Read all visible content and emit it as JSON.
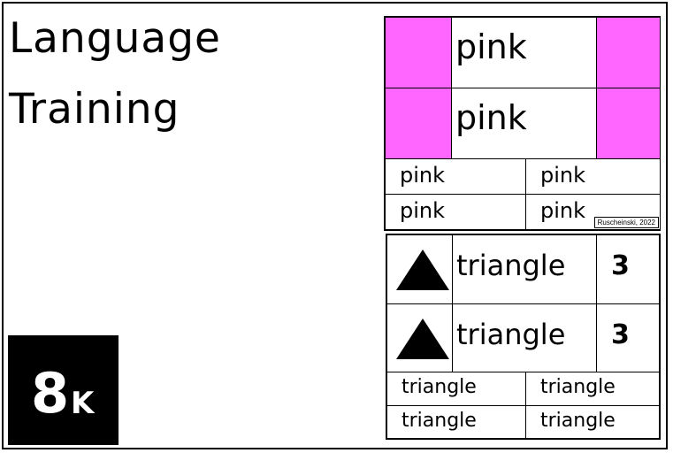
{
  "title": {
    "line1": "Language",
    "line2": "Training"
  },
  "badge": {
    "number": "8",
    "letter": "K"
  },
  "pink_card": {
    "big_rows": [
      {
        "word": "pink"
      },
      {
        "word": "pink"
      }
    ],
    "small_words": [
      "pink",
      "pink",
      "pink",
      "pink"
    ],
    "swatch_color": "#ff66ff",
    "credit": "Ruscheinski, 2022"
  },
  "shape_card": {
    "big_rows": [
      {
        "icon": "triangle-icon",
        "word": "triangle",
        "count": "3"
      },
      {
        "icon": "triangle-icon",
        "word": "triangle",
        "count": "3"
      }
    ],
    "small_words": [
      "triangle",
      "triangle",
      "triangle",
      "triangle"
    ]
  }
}
